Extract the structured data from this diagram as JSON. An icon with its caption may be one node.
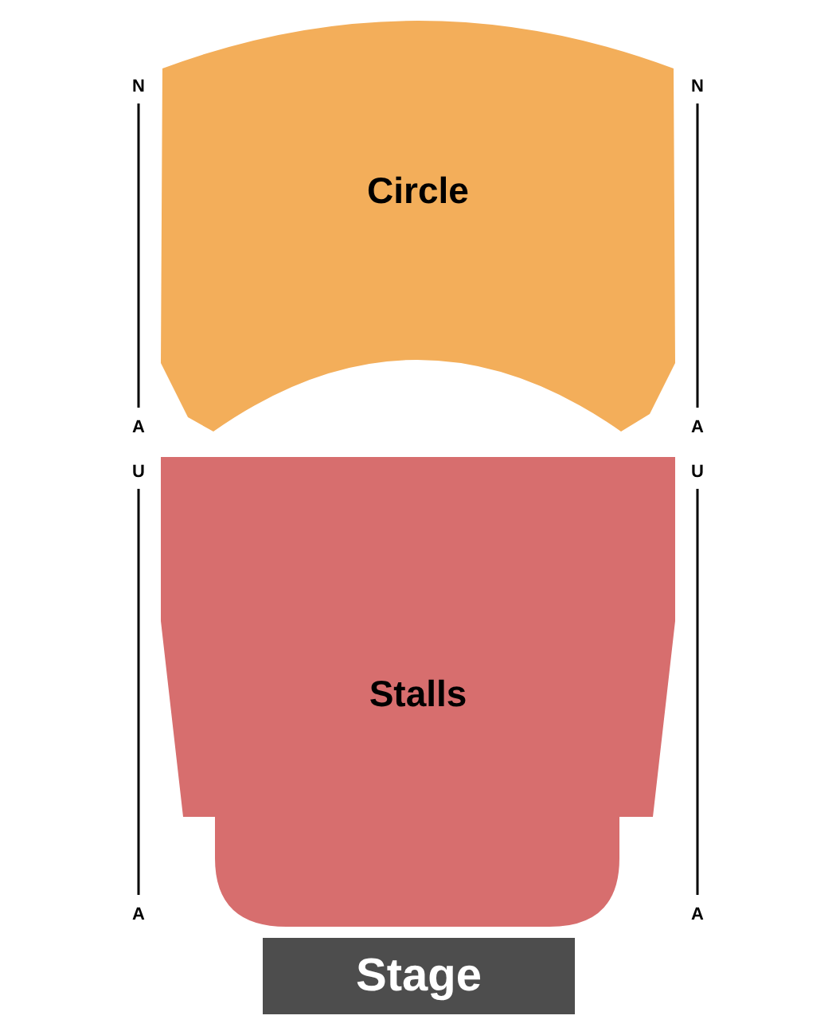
{
  "diagram": {
    "nodes": [
      {
        "text": [
          "Circle"
        ]
      },
      {
        "text": [
          "Stalls"
        ]
      },
      {
        "text": [
          "Stage"
        ]
      }
    ],
    "labels": [
      "N",
      "N",
      "A",
      "A",
      "U",
      "U",
      "A",
      "A"
    ]
  }
}
